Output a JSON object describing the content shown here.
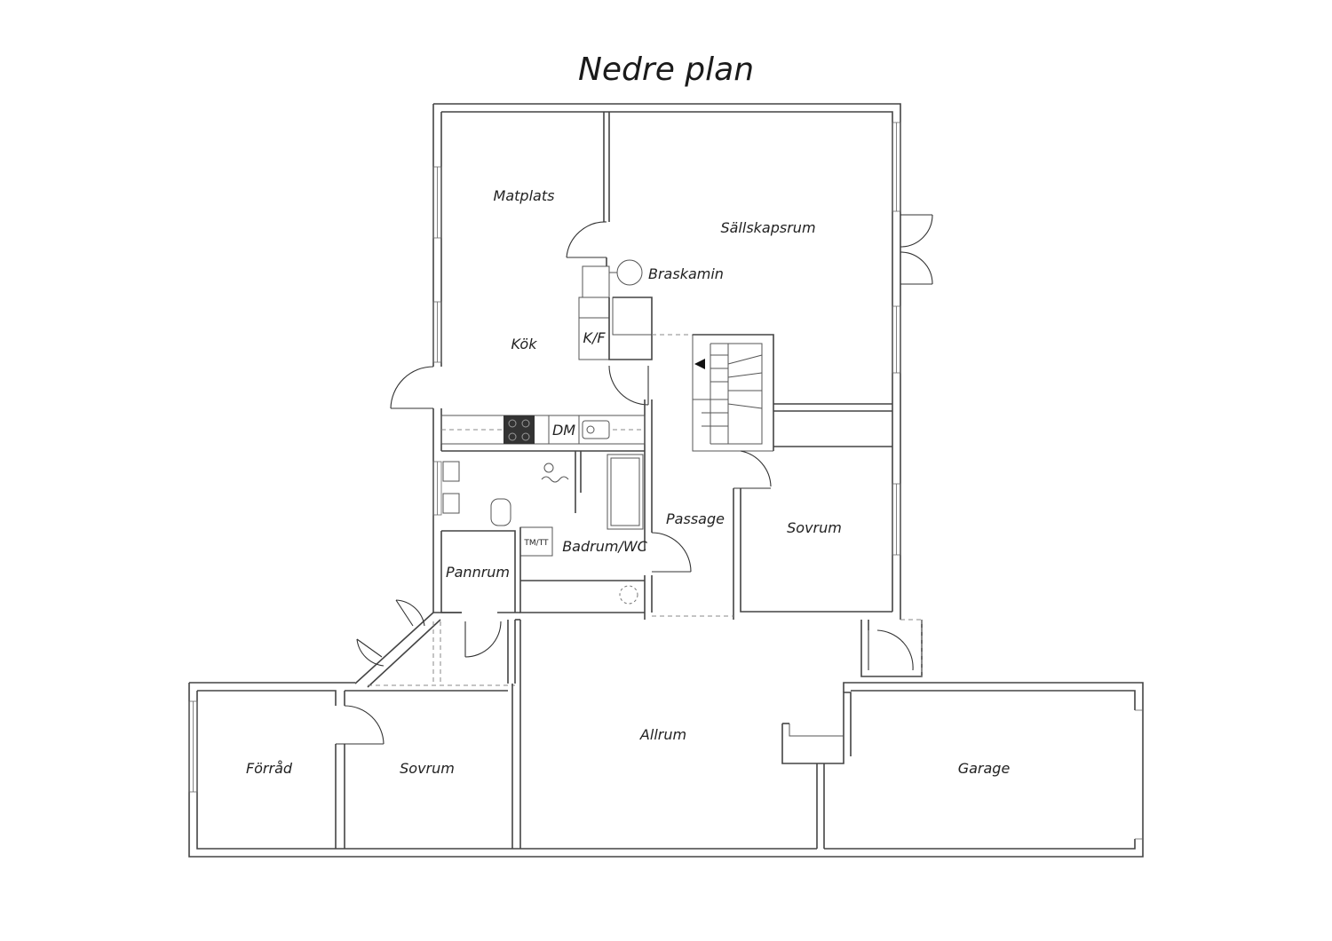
{
  "title": "Nedre plan",
  "rooms": {
    "matplats": "Matplats",
    "sallskapsrum": "Sällskapsrum",
    "braskamin": "Braskamin",
    "kok": "Kök",
    "kf": "K/F",
    "dm": "DM",
    "passage": "Passage",
    "sovrum_upper": "Sovrum",
    "tmtt": "TM/TT",
    "badrum": "Badrum/WC",
    "pannrum": "Pannrum",
    "allrum": "Allrum",
    "forrad": "Förråd",
    "sovrum_lower": "Sovrum",
    "garage": "Garage"
  }
}
